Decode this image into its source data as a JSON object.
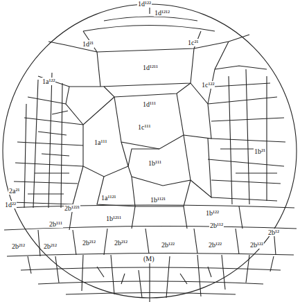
{
  "diagram": {
    "labels": [
      "1d¹²²",
      "1d¹²¹²",
      "1d²¹",
      "1c²¹",
      "1d¹²¹¹",
      "1a¹²²",
      "1c¹²²",
      "1d¹¹¹",
      "1c¹¹¹",
      "1a¹¹¹",
      "1b¹¹¹",
      "1b²¹",
      "2a²¹",
      "1d²²",
      "1a¹¹²¹",
      "1b¹¹²¹",
      "2b¹²²¹",
      "1b¹²¹¹",
      "1b¹²²",
      "2b¹¹¹",
      "2b¹¹²",
      "2b¹²",
      "2b²¹²",
      "2b²¹²",
      "2b²¹²",
      "2b²¹²",
      "2b¹²²",
      "2b¹²²",
      "2b¹²²",
      "(M)"
    ]
  }
}
